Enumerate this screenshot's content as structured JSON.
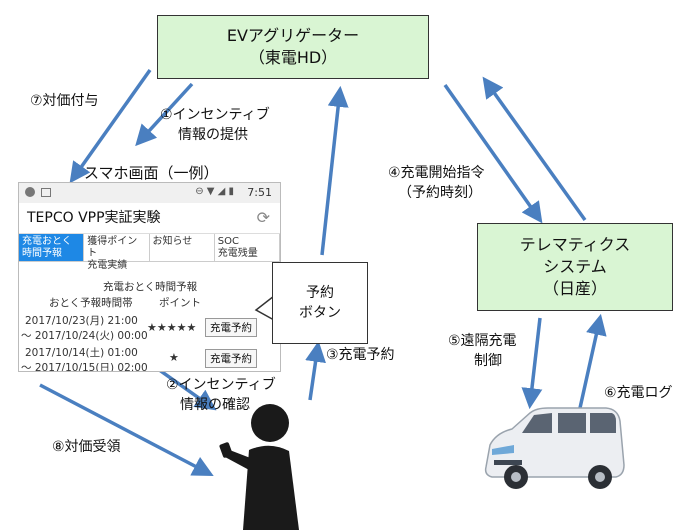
{
  "aggregator": {
    "line1": "EVアグリゲーター",
    "line2": "（東電HD）"
  },
  "telematics": {
    "line1": "テレマティクス",
    "line2": "システム",
    "line3": "（日産）"
  },
  "callout": {
    "line1": "予約",
    "line2": "ボタン"
  },
  "phone_caption": "スマホ画面（一例）",
  "steps": {
    "s1_a": "①インセンティブ",
    "s1_b": "情報の提供",
    "s2_a": "②インセンティブ",
    "s2_b": "情報の確認",
    "s3": "③充電予約",
    "s4_a": "④充電開始指令",
    "s4_b": "（予約時刻）",
    "s5_a": "⑤遠隔充電",
    "s5_b": "制御",
    "s6": "⑥充電ログ",
    "s7": "⑦対価付与",
    "s8": "⑧対価受領"
  },
  "phone": {
    "time": "7:51",
    "app_title": "TEPCO VPP実証実験",
    "tabs": [
      {
        "a": "充電おとく",
        "b": "時間予報"
      },
      {
        "a": "獲得ポイント",
        "b": "充電実績"
      },
      {
        "a": "お知らせ",
        "b": ""
      },
      {
        "a": "SOC",
        "b": "充電残量"
      }
    ],
    "section_title": "充電おとく時間予報",
    "col_period": "おとく予報時間帯",
    "col_points": "ポイント",
    "rows": [
      {
        "start": "2017/10/23(月) 21:00",
        "end": "～ 2017/10/24(火) 00:00",
        "stars": "★★★★★",
        "button": "充電予約"
      },
      {
        "start": "2017/10/14(土) 01:00",
        "end": "～ 2017/10/15(日) 02:00",
        "stars": "★",
        "button": "充電予約"
      }
    ]
  },
  "colors": {
    "green_box": "#d9f5d3",
    "arrow": "#4a7fc0",
    "tab_active": "#1e88e5"
  }
}
